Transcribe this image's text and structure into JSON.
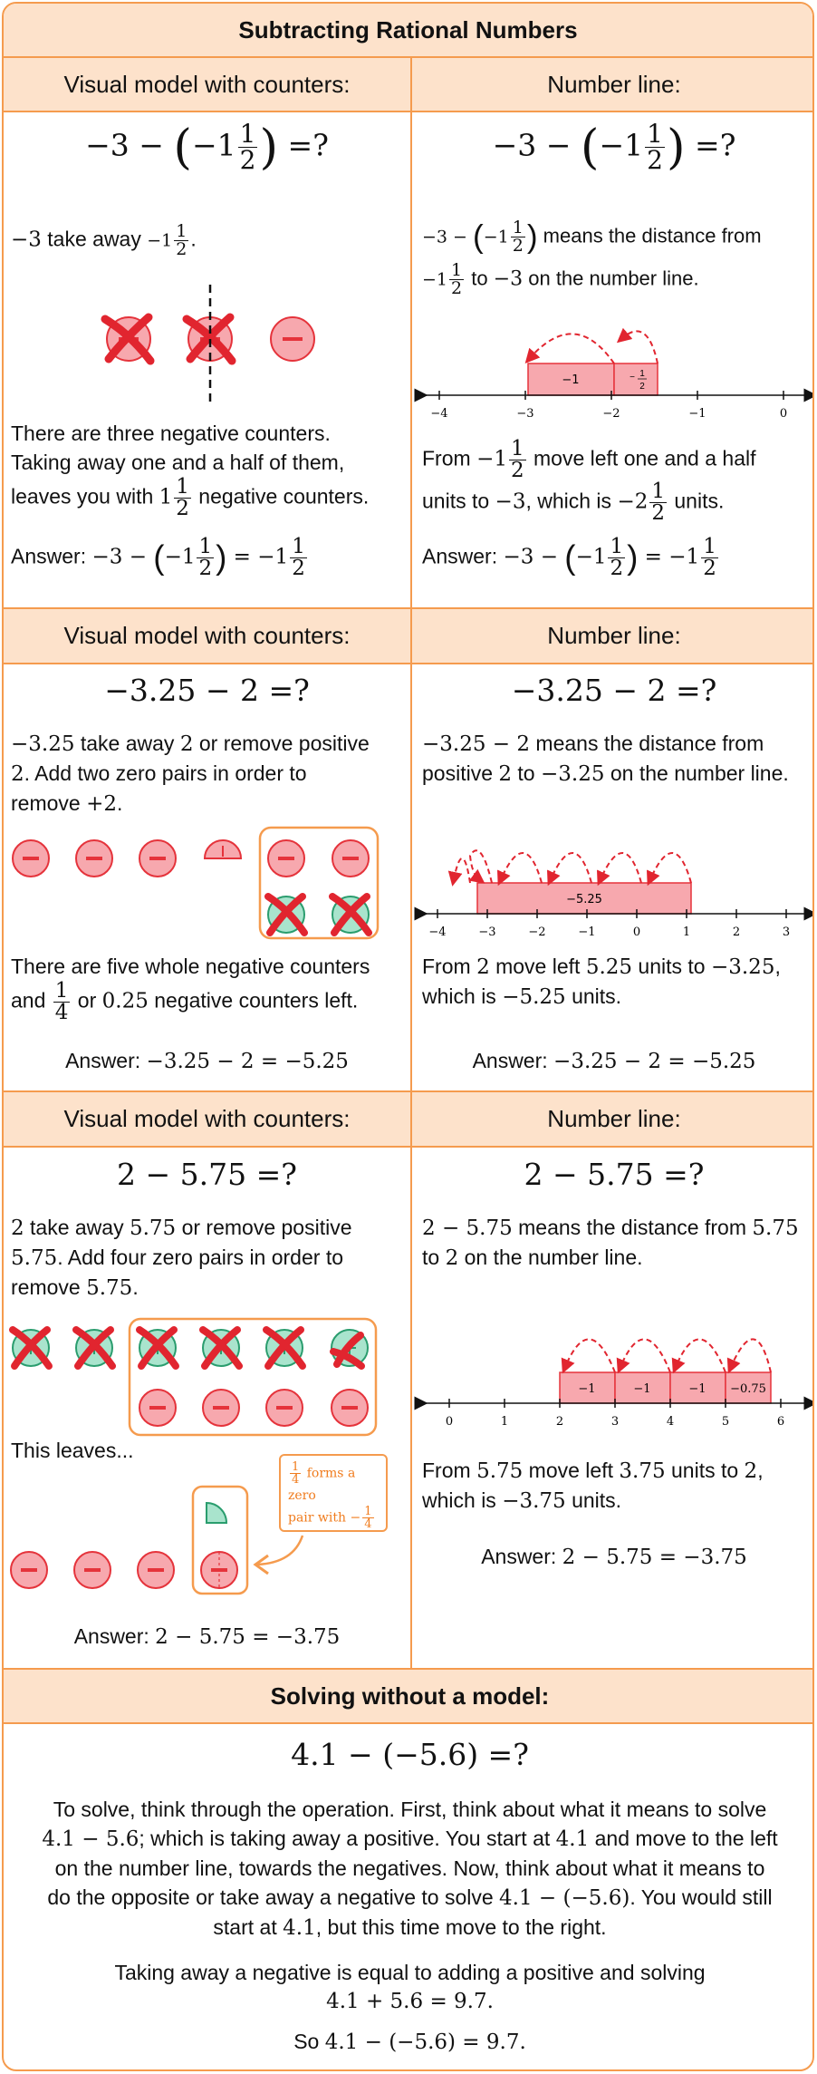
{
  "title": "Subtracting Rational Numbers",
  "col_counters": "Visual model with counters:",
  "col_numberline": "Number line:",
  "solving_header": "Solving without a model:",
  "ex1": {
    "eq_pre": "−3 − ",
    "eq_neg": "−1",
    "eq_n": "1",
    "eq_d": "2",
    "eq_post": " =?",
    "l_t1a": "−3",
    "l_t1b": " take away ",
    "l_t1c": "−1",
    "l_t1d": ".",
    "l_p1": "There are three negative counters.",
    "l_p2": "Taking away one and a half of them,",
    "l_p3a": "leaves you with ",
    "l_p3b": "1",
    "l_p3c": " negative counters.",
    "ans_label": "Answer: ",
    "ans_eq": "−3 − ",
    "ans_post": " = −1",
    "r_t1a": "−3 − ",
    "r_t1b": " means the distance from",
    "r_t2a": "−1",
    "r_t2b": " to ",
    "r_t2c": "−3",
    "r_t2d": " on the number line.",
    "nl_ticks": [
      "−4",
      "−3",
      "−2",
      "−1",
      "0"
    ],
    "nl_box1": "−1",
    "nl_box2": "−",
    "r_p1a": "From ",
    "r_p1b": "−1",
    "r_p1c": " move left one and a half",
    "r_p2a": "units to ",
    "r_p2b": "−3",
    "r_p2c": ", which is ",
    "r_p2d": "−2",
    "r_p2e": " units."
  },
  "ex2": {
    "eq": "−3.25 − 2 =?",
    "l_t1a": "−3.25",
    "l_t1b": " take away ",
    "l_t1c": "2",
    "l_t1d": " or remove positive",
    "l_t2a": "2",
    "l_t2b": ". Add two zero pairs in order to",
    "l_t3a": "remove ",
    "l_t3b": "+2",
    "l_t3c": ".",
    "l_p1": "There are five whole negative counters",
    "l_p2a": "and ",
    "l_p2b": " or ",
    "l_p2c": "0.25",
    "l_p2d": " negative counters left.",
    "ans_label": "Answer: ",
    "ans_eq": "−3.25 − 2 = −5.25",
    "r_t1a": "−3.25 − 2",
    "r_t1b": " means the distance from",
    "r_t2a": "positive ",
    "r_t2b": "2",
    "r_t2c": " to ",
    "r_t2d": "−3.25",
    "r_t2e": " on the number line.",
    "nl_ticks": [
      "−4",
      "−3",
      "−2",
      "−1",
      "0",
      "1",
      "2",
      "3"
    ],
    "nl_box": "−5.25",
    "r_p1a": "From ",
    "r_p1b": "2",
    "r_p1c": " move left ",
    "r_p1d": "5.25",
    "r_p1e": " units to ",
    "r_p1f": "−3.25",
    "r_p1g": ",",
    "r_p2a": "which is ",
    "r_p2b": "−5.25",
    "r_p2c": " units."
  },
  "ex3": {
    "eq": "2 − 5.75 =?",
    "l_t1a": "2",
    "l_t1b": " take away ",
    "l_t1c": "5.75",
    "l_t1d": " or remove positive",
    "l_t2a": "5.75",
    "l_t2b": ". Add four zero pairs in order to",
    "l_t3a": "remove ",
    "l_t3b": "5.75",
    "l_t3c": ".",
    "leaves": "This leaves...",
    "callout1": " forms a zero",
    "callout2": "pair with ",
    "ans_label": "Answer: ",
    "ans_eq": "2 − 5.75 = −3.75",
    "r_t1a": "2 − 5.75",
    "r_t1b": " means the distance from ",
    "r_t1c": "5.75",
    "r_t2a": "to ",
    "r_t2b": "2",
    "r_t2c": " on the number line.",
    "nl_ticks": [
      "0",
      "1",
      "2",
      "3",
      "4",
      "5",
      "6"
    ],
    "nl_boxes": [
      "−1",
      "−1",
      "−1",
      "−0.75"
    ],
    "r_p1a": "From ",
    "r_p1b": "5.75",
    "r_p1c": " move left ",
    "r_p1d": "3.75",
    "r_p1e": " units to ",
    "r_p1f": "2",
    "r_p1g": ",",
    "r_p2a": "which is ",
    "r_p2b": "−3.75",
    "r_p2c": " units."
  },
  "solve": {
    "eq": "4.1 − (−5.6) =?",
    "p1": "To solve, think through the operation. First, think about what it means to solve",
    "p2a": "4.1 − 5.6",
    "p2b": "; which is taking away a positive. You start at ",
    "p2c": "4.1",
    "p2d": " and move to the left",
    "p3": "on the number line, towards the negatives. Now, think about what it means to",
    "p4a": "do the opposite or take away a negative to solve ",
    "p4b": "4.1 − (−5.6)",
    "p4c": ". You would still",
    "p5a": "start at ",
    "p5b": "4.1",
    "p5c": ", but this time move to the right.",
    "q1": "Taking away a negative is equal to adding a positive and solving",
    "q2": "4.1 + 5.6 = 9.7.",
    "so_a": "So ",
    "so_b": "4.1 − (−5.6) = 9.7."
  },
  "colors": {
    "accent": "#f59b4e",
    "header_bg": "#fde2cb",
    "counter": "#f7a8ae",
    "counter_stroke": "#e5333b",
    "green": "#a9e4cd",
    "cross": "#e1252f"
  }
}
